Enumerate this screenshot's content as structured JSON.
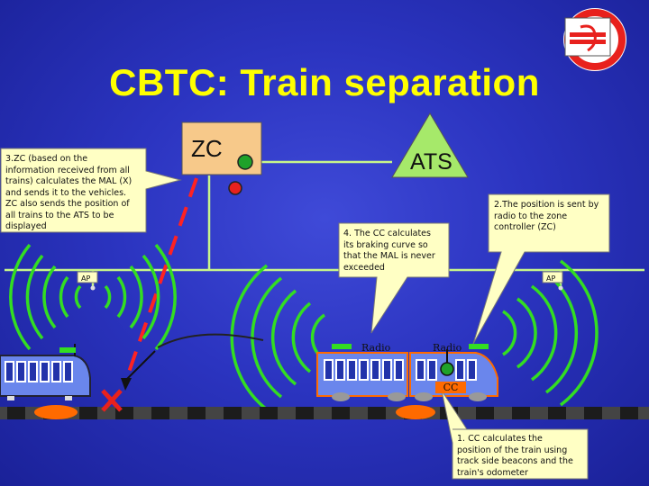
{
  "title": "CBTC: Train separation",
  "zc_label": "ZC",
  "ats_label": "ATS",
  "callouts": {
    "zc_mal": "3.ZC (based on the\ninformation received from all\ntrains) calculates the MAL (X)\nand sends it to the vehicles.\nZC also sends the position of\nall trains to the ATS to be\ndisplayed",
    "cc_braking": "4. The CC calculates\nits braking curve so\nthat the MAL is never\nexceeded",
    "position_sent": "2.The position is sent by\nradio to the zone\ncontroller (ZC)",
    "cc_position": "1. CC calculates the\nposition of the train using\ntrack side beacons and the\ntrain's odometer"
  },
  "access_point_labels": [
    "AP",
    "AP"
  ],
  "radio_labels": [
    "Radio",
    "Radio"
  ],
  "cc_label": "CC",
  "colors": {
    "background": "#2b34c0",
    "title": "#ffff00",
    "callout": "#ffffc4",
    "zc_box": "#f7c98a",
    "ats_triangle": "#a6e96a",
    "signal_green": "#1fa22a",
    "signal_red": "#e8211d",
    "network_line": "#c8f58a",
    "radio_wave": "#33dd22",
    "link_dashed": "#ff2222",
    "train_body": "#6a86ec",
    "cc_box": "#ff6a00",
    "track": "#444444",
    "mal_mark": "#e8211d",
    "beacon": "#ff6a00",
    "logo_ring": "#e8211d"
  }
}
